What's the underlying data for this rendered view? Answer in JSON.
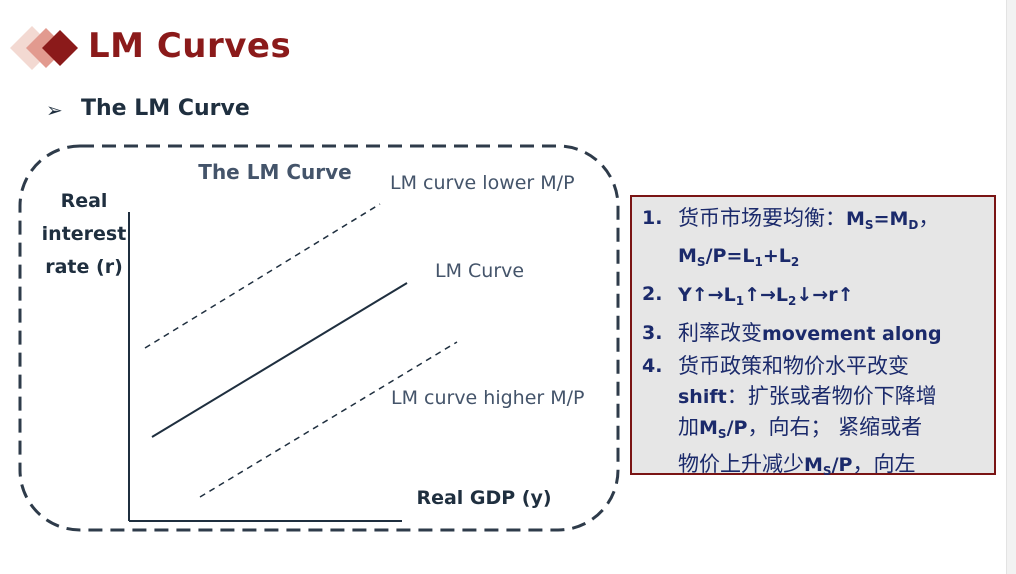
{
  "header": {
    "title": "LM Curves",
    "bullet": "➢",
    "subtitle": "The LM Curve"
  },
  "diagram": {
    "heading": "The LM Curve",
    "y_axis_label": [
      "Real",
      "interest",
      "rate (r)"
    ],
    "x_axis_label": "Real GDP (y)",
    "curves": [
      {
        "label": "LM curve lower M/P",
        "style": "dashed"
      },
      {
        "label": "LM Curve",
        "style": "solid"
      },
      {
        "label": "LM curve higher M/P",
        "style": "dashed"
      }
    ]
  },
  "notes": {
    "items": [
      {
        "number": "1.",
        "segments": [
          [
            "货币市场要均衡：",
            "t"
          ],
          [
            "M",
            "b"
          ],
          [
            "S",
            "sub"
          ],
          [
            "=M",
            "b"
          ],
          [
            "D",
            "sub"
          ],
          [
            "，",
            "t"
          ],
          [
            "\n",
            "br"
          ],
          [
            "M",
            "b"
          ],
          [
            "S",
            "sub"
          ],
          [
            "/P=L",
            "b"
          ],
          [
            "1",
            "sub"
          ],
          [
            "+L",
            "b"
          ],
          [
            "2",
            "sub"
          ]
        ]
      },
      {
        "number": "2.",
        "segments": [
          [
            "Y↑→L",
            "b"
          ],
          [
            "1",
            "sub"
          ],
          [
            "↑→L",
            "b"
          ],
          [
            "2",
            "sub"
          ],
          [
            "↓→r↑",
            "b"
          ]
        ]
      },
      {
        "number": "3.",
        "segments": [
          [
            "利率改变",
            "t"
          ],
          [
            "movement along",
            "b"
          ]
        ]
      },
      {
        "number": "4.",
        "segments": [
          [
            "货币政策和物价水平改变",
            "t"
          ],
          [
            "\n",
            "br"
          ],
          [
            "shift",
            "b"
          ],
          [
            "：扩张或者物价下降增",
            "t"
          ],
          [
            "\n",
            "br"
          ],
          [
            "加",
            "t"
          ],
          [
            "M",
            "b"
          ],
          [
            "S",
            "sub"
          ],
          [
            "/P",
            "b"
          ],
          [
            "，向右； 紧缩或者",
            "t"
          ],
          [
            "\n",
            "br"
          ],
          [
            "物价上升减少",
            "t"
          ],
          [
            "M",
            "b"
          ],
          [
            "S",
            "sub"
          ],
          [
            "/P",
            "b"
          ],
          [
            "，向左",
            "t"
          ]
        ]
      }
    ]
  },
  "colors": {
    "title": "#8b1a1a",
    "subtitle": "#1f2f3f",
    "notes_text": "#1b2a6b",
    "notes_border": "#7a1414",
    "notes_bg": "#e6e6e6",
    "curve": "#1f2f3f"
  }
}
